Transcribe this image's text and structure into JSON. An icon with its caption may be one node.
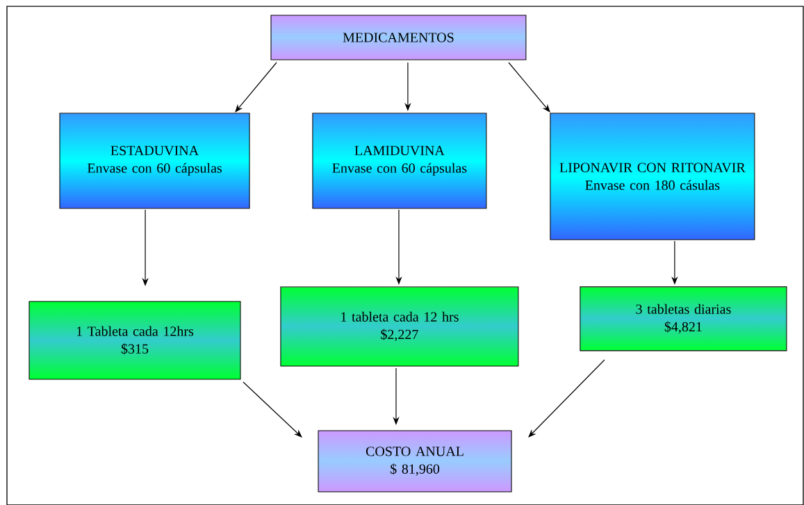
{
  "diagram": {
    "nodes": [
      {
        "text": [
          "MEDICAMENTOS"
        ]
      },
      {
        "text": [
          "ESTADUVINA",
          "Envase con 60 cápsulas"
        ]
      },
      {
        "text": [
          "LAMIDUVINA",
          "Envase con 60 cápsulas"
        ]
      },
      {
        "text": [
          "LIPONAVIR CON RITONAVIR",
          "Envase con 180 cásulas"
        ]
      },
      {
        "text": [
          "1 Tableta cada 12hrs",
          "$315"
        ]
      },
      {
        "text": [
          "1 tableta cada 12 hrs",
          "$2,227"
        ]
      },
      {
        "text": [
          "3 tabletas diarias",
          "$4,821"
        ]
      },
      {
        "text": [
          "COSTO ANUAL",
          "$ 81,960"
        ]
      }
    ],
    "edges": [
      {
        "from": 0,
        "to": 1,
        "arrow": "to"
      },
      {
        "from": 0,
        "to": 2,
        "arrow": "to"
      },
      {
        "from": 0,
        "to": 3,
        "arrow": "to"
      },
      {
        "from": 1,
        "to": 4,
        "arrow": "to"
      },
      {
        "from": 2,
        "to": 5,
        "arrow": "to"
      },
      {
        "from": 3,
        "to": 6,
        "arrow": "to"
      },
      {
        "from": 4,
        "to": 7,
        "arrow": "to"
      },
      {
        "from": 5,
        "to": 7,
        "arrow": "to"
      },
      {
        "from": 6,
        "to": 7,
        "arrow": "to"
      }
    ]
  }
}
